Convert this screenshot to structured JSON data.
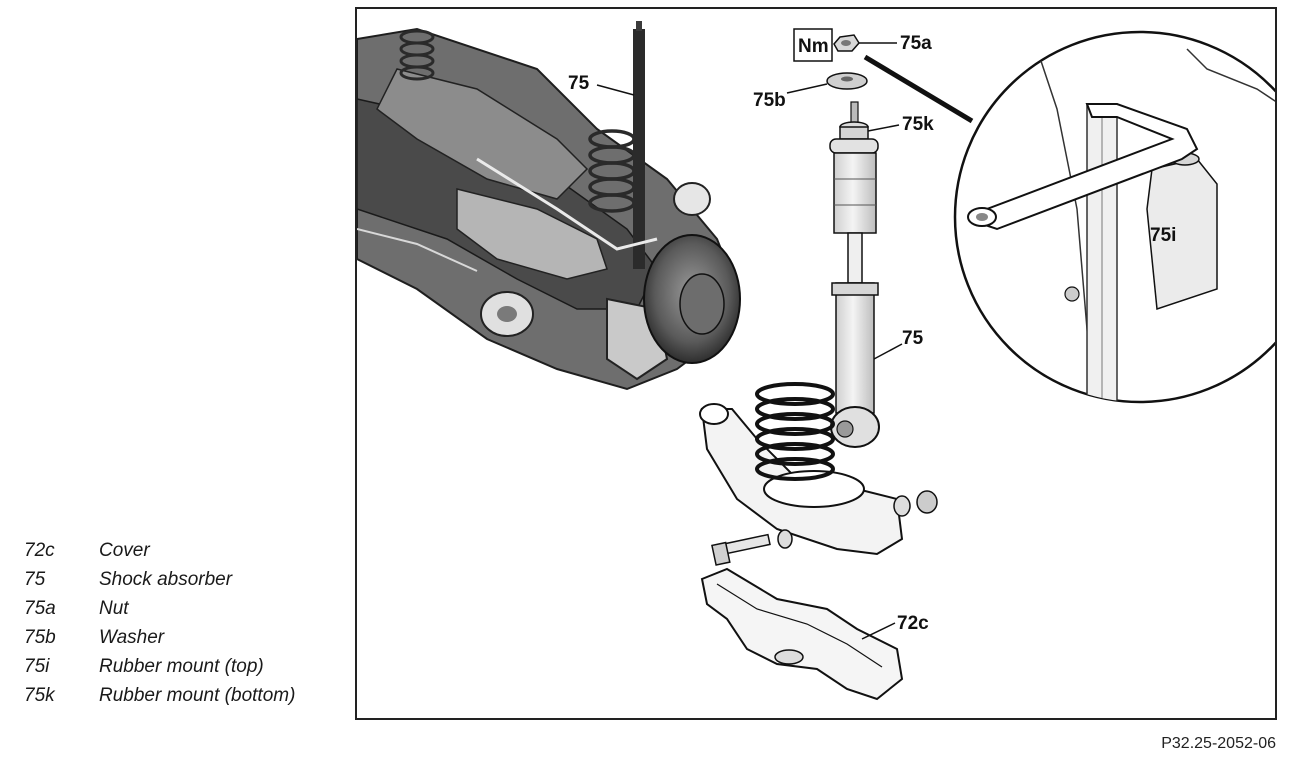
{
  "legend": [
    {
      "code": "72c",
      "desc": "Cover"
    },
    {
      "code": "75",
      "desc": "Shock absorber"
    },
    {
      "code": "75a",
      "desc": "Nut"
    },
    {
      "code": "75b",
      "desc": "Washer"
    },
    {
      "code": "75i",
      "desc": "Rubber mount (top)"
    },
    {
      "code": "75k",
      "desc": "Rubber mount (bottom)"
    }
  ],
  "diagram": {
    "torque_symbol": "Nm",
    "labels": {
      "l75_top": "75",
      "l75a": "75a",
      "l75b": "75b",
      "l75k": "75k",
      "l75": "75",
      "l72c": "72c",
      "l75i": "75i"
    }
  },
  "figure_id": "P32.25-2052-06"
}
